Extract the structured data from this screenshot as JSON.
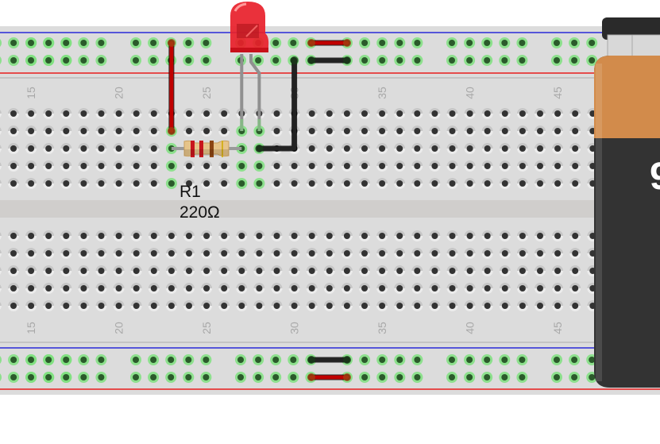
{
  "breadboard": {
    "column_labels_top": [
      "15",
      "20",
      "25",
      "30",
      "35",
      "40",
      "45"
    ],
    "column_labels_bottom": [
      "15",
      "20",
      "25",
      "30",
      "35",
      "40",
      "45"
    ],
    "first_visible_column": 14,
    "label_columns": [
      15,
      20,
      25,
      30,
      35,
      40,
      45
    ]
  },
  "components": {
    "resistor": {
      "name": "R1",
      "value": "220Ω",
      "bands": [
        "#c8161d",
        "#c8161d",
        "#8b4513",
        "#d4b020"
      ]
    },
    "led": {
      "color": "#e8202a",
      "label": "LED"
    },
    "battery": {
      "label_partial": "9",
      "top_color": "#d28b4b",
      "body_color": "#333333"
    }
  },
  "wires": [
    {
      "id": "red-top-vertical",
      "color": "#c00000"
    },
    {
      "id": "black-led-return",
      "color": "#222222"
    },
    {
      "id": "red-rail-bridge-top",
      "color": "#c00000"
    },
    {
      "id": "black-rail-bridge-top",
      "color": "#222222"
    },
    {
      "id": "black-rail-bridge-bottom",
      "color": "#222222"
    },
    {
      "id": "red-rail-bridge-bottom",
      "color": "#c00000"
    }
  ],
  "colors": {
    "board": "#dcdcdc",
    "channel": "#d0cecc",
    "hole": "#333333",
    "hole_connected": "#2b5a2b",
    "hole_glow": "#7fe07f",
    "rail_blue": "#2a2ad8",
    "rail_red": "#e81c1c",
    "label_gray": "#a8a8a8"
  }
}
